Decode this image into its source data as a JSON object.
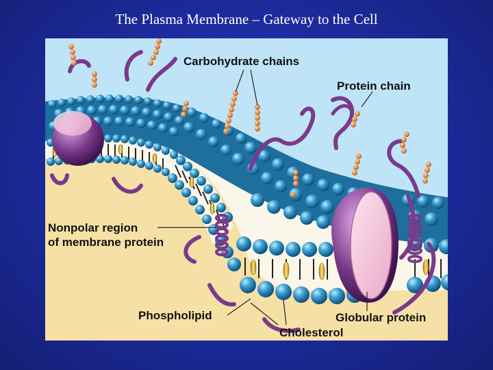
{
  "slide": {
    "title": "The Plasma Membrane – Gateway to the Cell"
  },
  "figure": {
    "labels": {
      "carbohydrate_chains": "Carbohydrate chains",
      "protein_chain": "Protein chain",
      "nonpolar_region_line1": "Nonpolar region",
      "nonpolar_region_line2": "of membrane protein",
      "phospholipid": "Phospholipid",
      "cholesterol": "Cholesterol",
      "globular_protein": "Globular protein"
    },
    "colors": {
      "background": "#1f30a8",
      "sky": "#bfe4f7",
      "cytoplasm": "#f5e0a6",
      "phospholipid_head": "#2f8fc4",
      "lipid_tail": "#222222",
      "cholesterol": "#e8b830",
      "protein": "#7a3a8a",
      "protein_face": "#f3c8dc",
      "carbohydrate": "#e58a3a"
    }
  }
}
